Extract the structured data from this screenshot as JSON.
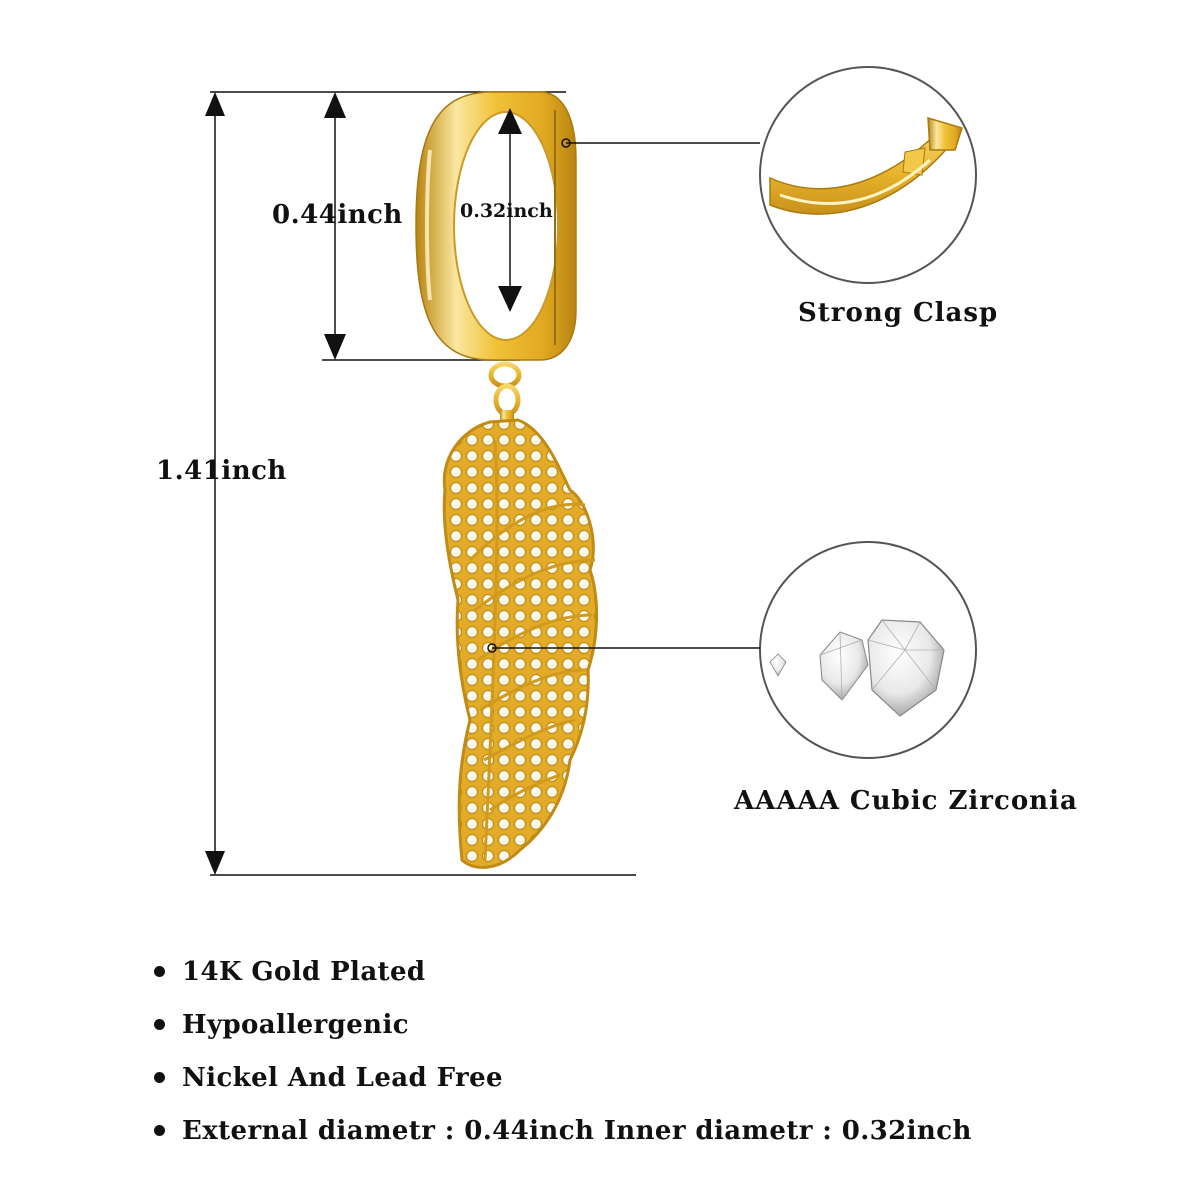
{
  "dimensions": {
    "outer_diameter_label": "0.44inch",
    "inner_diameter_label": "0.32inch",
    "total_length_label": "1.41inch"
  },
  "callouts": {
    "clasp_label": "Strong Clasp",
    "stone_label": "AAAAA Cubic Zirconia"
  },
  "features": [
    "14K Gold Plated",
    "Hypoallergenic",
    "Nickel And Lead Free",
    "External diametr : 0.44inch Inner diametr : 0.32inch"
  ],
  "colors": {
    "gold_light": "#fbe7a0",
    "gold_mid": "#f0c238",
    "gold_dark": "#b88410",
    "line": "#111111",
    "circle_border": "#555555"
  }
}
